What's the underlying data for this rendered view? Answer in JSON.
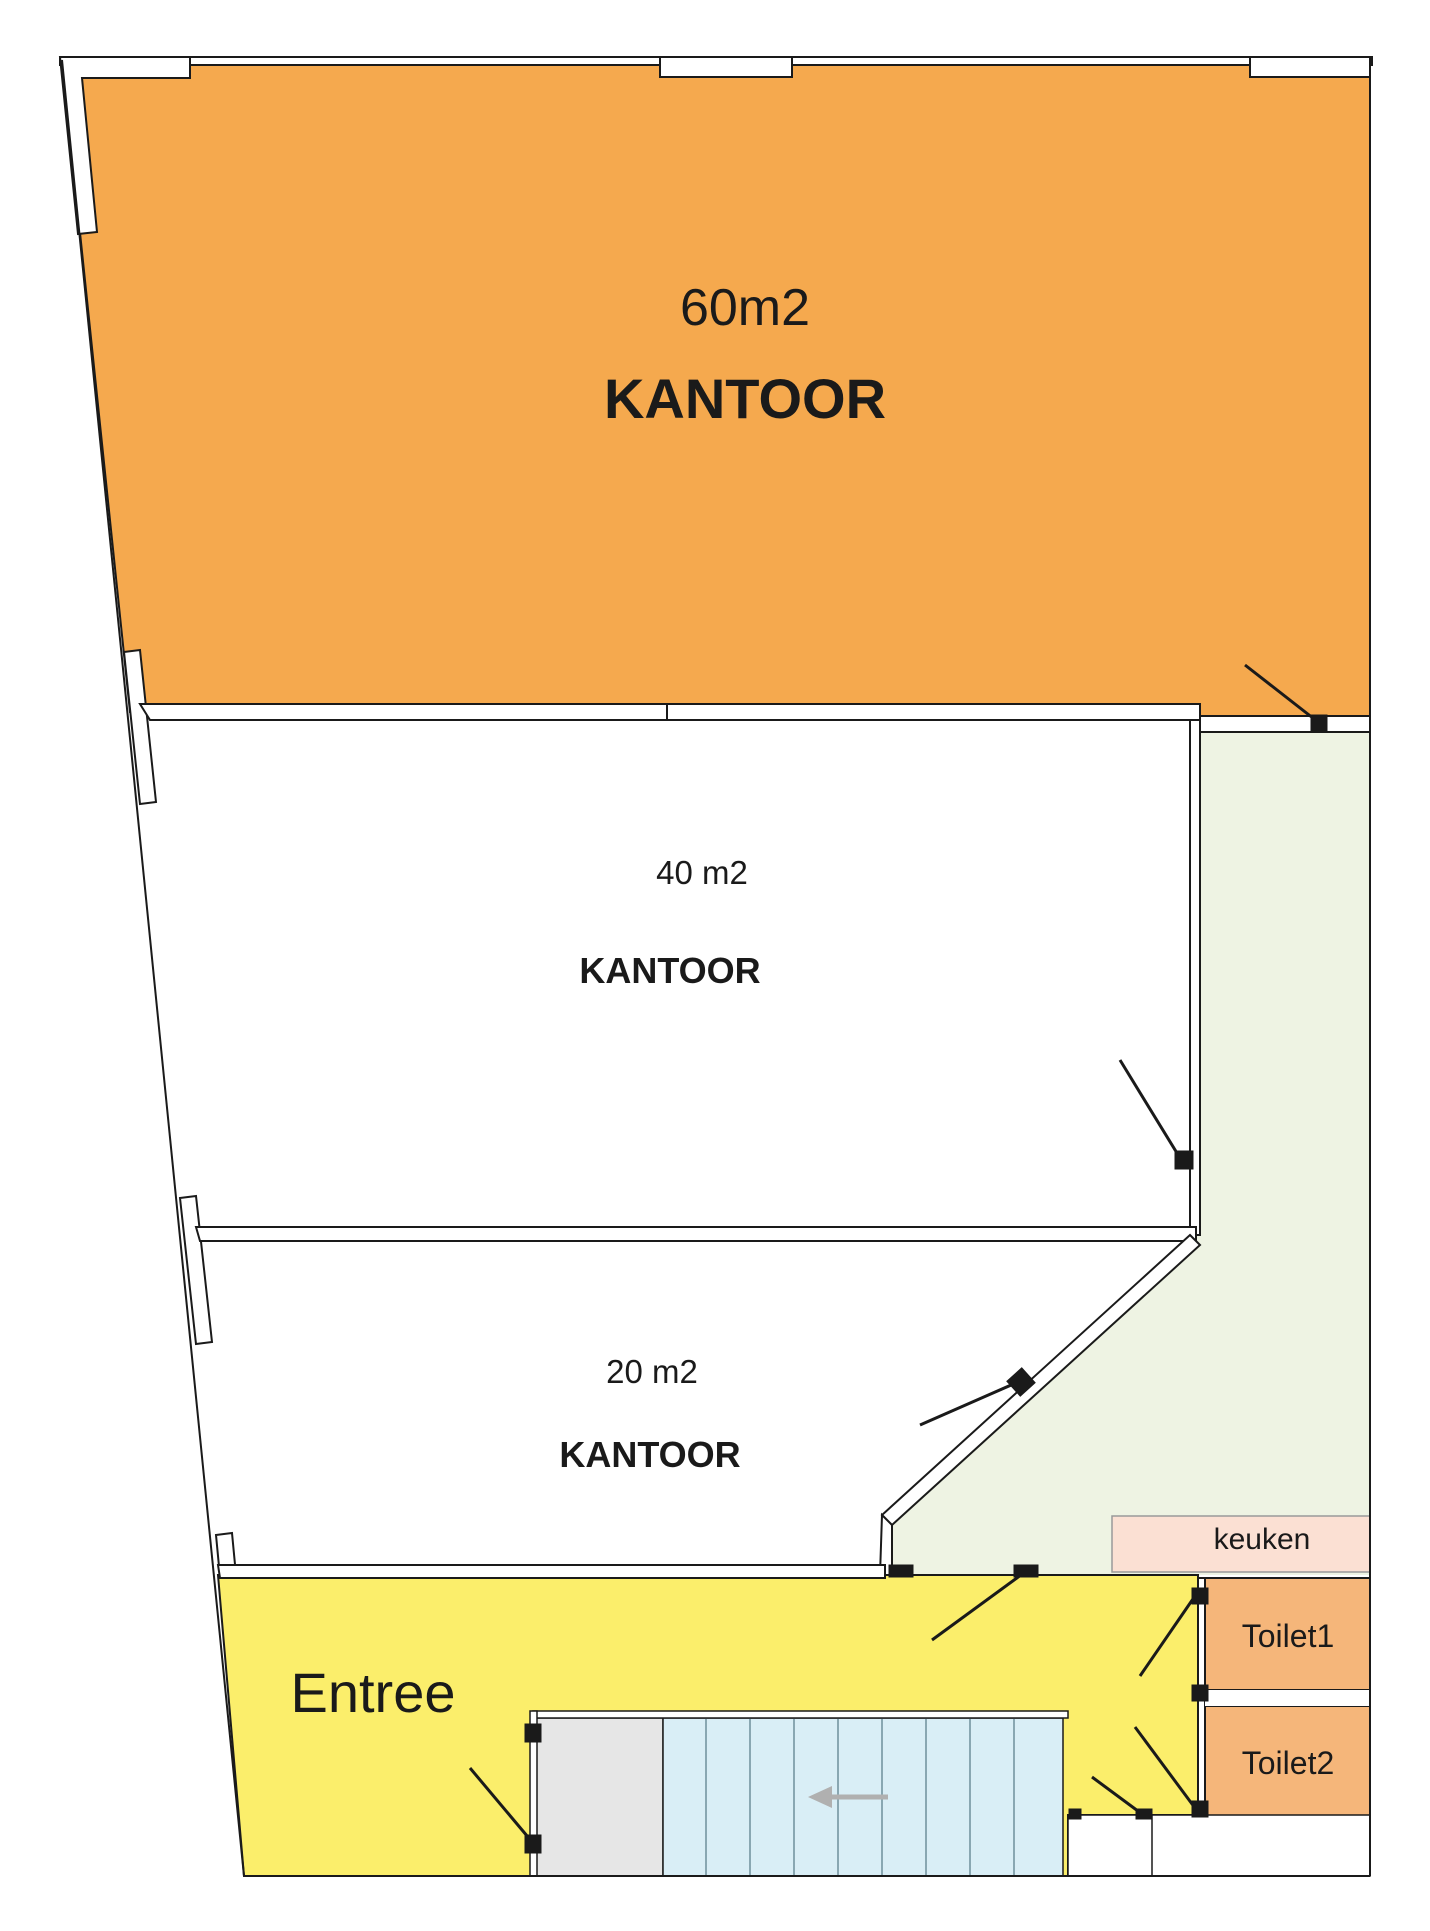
{
  "rooms": {
    "office_large": {
      "area": "60m2",
      "name": "KANTOOR"
    },
    "office_medium": {
      "area": "40 m2",
      "name": "KANTOOR"
    },
    "office_small": {
      "area": "20 m2",
      "name": "KANTOOR"
    },
    "entrance": {
      "name": "Entree"
    },
    "kitchen": {
      "name": "keuken"
    },
    "toilet1": {
      "name": "Toilet1"
    },
    "toilet2": {
      "name": "Toilet2"
    }
  },
  "colors": {
    "office_large": "#f5a94e",
    "corridor": "#eef3e3",
    "entrance": "#fbee6b",
    "kitchen": "#fbe0d3",
    "toilets": "#f5b67a",
    "stairs": "#d9eef6",
    "landing": "#e6e6e6",
    "wall": "#1a1a1a"
  },
  "icons": {
    "stair_direction": "arrow-left-icon",
    "door": "door-swing-icon",
    "window": "window-icon"
  }
}
